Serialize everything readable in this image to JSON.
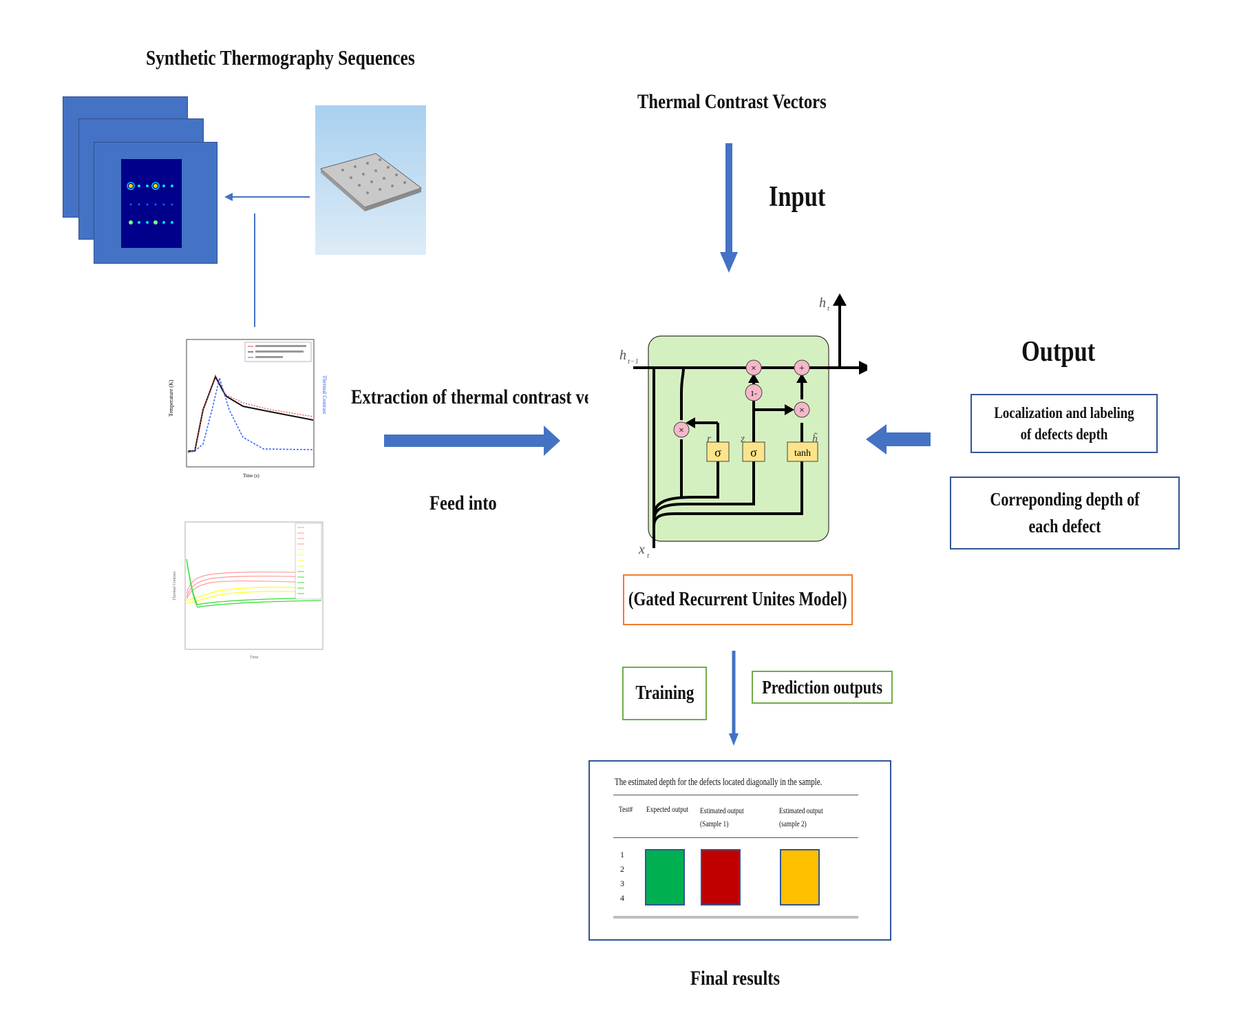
{
  "labels": {
    "synthetic_title": "Synthetic Thermography Sequences",
    "thermal_vectors_title": "Thermal Contrast Vectors",
    "input": "Input",
    "output": "Output",
    "extraction": "Extraction of  thermal contrast vecto",
    "feed_into": "Feed into",
    "gru_model": "(Gated Recurrent Unites Model)",
    "training": "Training",
    "prediction_outputs": "Prediction outputs",
    "final_results": "Final results"
  },
  "output_boxes": {
    "localization": "Localization and labeling of defects depth",
    "depth": "Correponding depth of each defect"
  },
  "gru_cell": {
    "h_prev": "h",
    "h_prev_sub": "t−1",
    "h_out": "h",
    "h_out_sub": "t",
    "x_in": "x",
    "x_in_sub": "t",
    "r_label": "r",
    "z_label": "z",
    "h_tilde_label": "h̃",
    "gate_sigma_1": "σ",
    "gate_sigma_2": "σ",
    "gate_tanh": "tanh",
    "op_multiply": "×",
    "op_one_minus": "1-",
    "op_add": "+"
  },
  "results_table": {
    "caption": "The estimated depth for the defects located diagonally in the sample.",
    "headers": [
      "Test#",
      "Expected output",
      "Estimated output (Sample 1)",
      "Estimated output (sample 2)"
    ],
    "rows": [
      "1",
      "2",
      "3",
      "4"
    ],
    "swatch_colors": [
      "#00b050",
      "#c00000",
      "#ffc000"
    ]
  },
  "colors": {
    "arrow_blue": "#4472c4",
    "panel_blue": "#4472c4",
    "gru_green": "#d5f0c0",
    "orange_border": "#ed7d31",
    "green_border": "#70ad47",
    "navy_border": "#2f5597"
  }
}
